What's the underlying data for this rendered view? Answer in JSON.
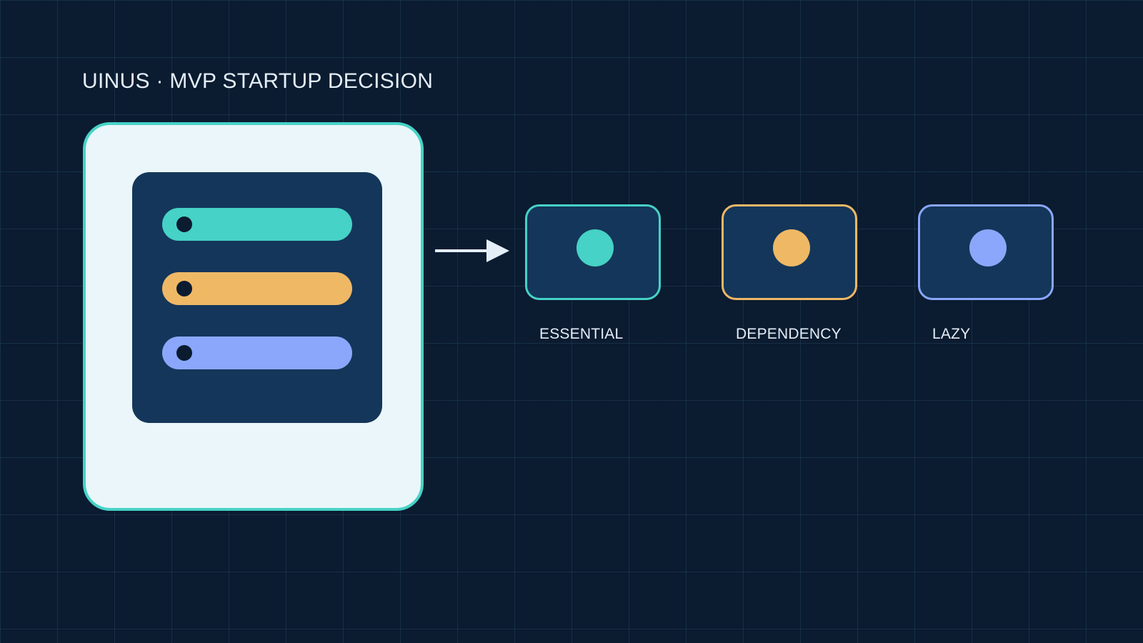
{
  "title": "UINUS · MVP STARTUP DECISION",
  "colors": {
    "background": "#0b1b30",
    "panel": "#14365a",
    "card": "#eaf6f9",
    "essential": "#46d2c6",
    "dependency": "#efb865",
    "lazy": "#8aa7fb",
    "text": "#e4eef7"
  },
  "source": {
    "items": [
      {
        "color": "#46d2c6"
      },
      {
        "color": "#efb865"
      },
      {
        "color": "#8aa7fb"
      }
    ]
  },
  "modules": [
    {
      "label": "ESSENTIAL",
      "color": "#46d2c6"
    },
    {
      "label": "DEPENDENCY",
      "color": "#efb865"
    },
    {
      "label": "LAZY",
      "color": "#8aa7fb"
    }
  ]
}
